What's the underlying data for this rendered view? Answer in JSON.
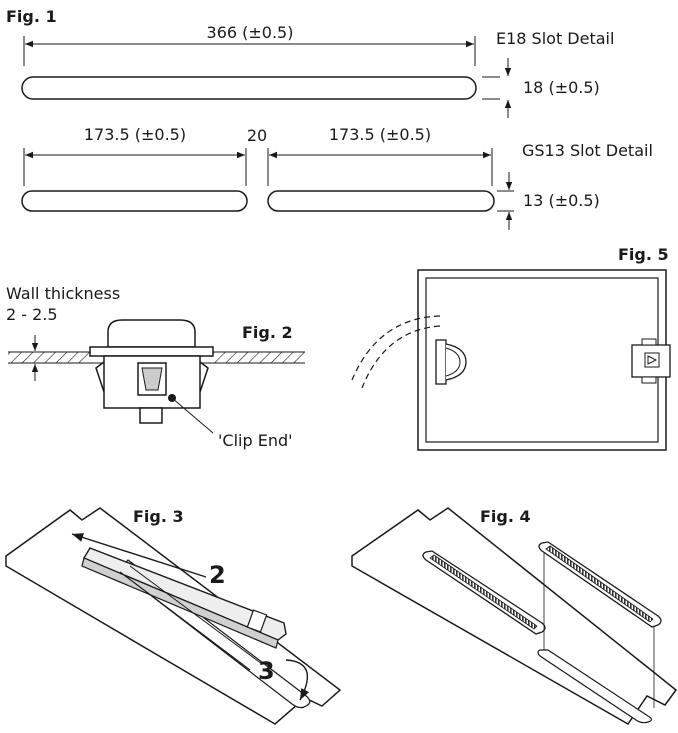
{
  "fig1": {
    "label": "Fig. 1",
    "e18_width": "366 (±0.5)",
    "e18_title": "E18 Slot Detail",
    "e18_height": "18 (±0.5)",
    "gs13_left_width": "173.5 (±0.5)",
    "gs13_gap": "20",
    "gs13_right_width": "173.5 (±0.5)",
    "gs13_title": "GS13 Slot Detail",
    "gs13_height": "13 (±0.5)"
  },
  "fig2": {
    "label": "Fig. 2",
    "wall_thickness_title": "Wall thickness",
    "wall_thickness_value": "2 - 2.5",
    "clip_end": "'Clip End'"
  },
  "fig3": {
    "label": "Fig. 3",
    "step_2": "2",
    "step_3": "3"
  },
  "fig4": {
    "label": "Fig. 4"
  },
  "fig5": {
    "label": "Fig. 5"
  }
}
